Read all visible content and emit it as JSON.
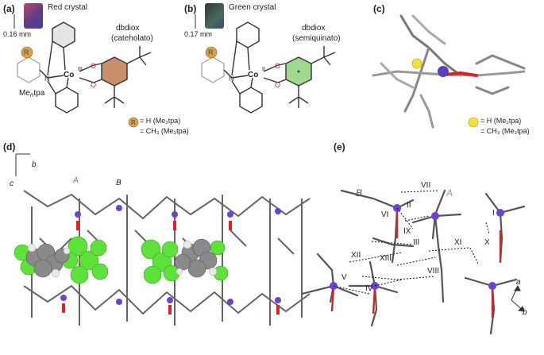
{
  "panel_a": {
    "label": "(a)",
    "crystal_label": "Red crystal",
    "scale": "0.16 mm",
    "ligand": "dbdiox",
    "ligand_state": "(cateholato)",
    "metal": "Co",
    "oxidation": "III",
    "ligand_name_prefix": "Me",
    "ligand_name_sub": "n",
    "ligand_name_suffix": "tpa",
    "r_symbol": "R",
    "legend_r_line1": "= H (Me₂tpa)",
    "legend_r_line2": "= CH₃ (Me₃tpa)",
    "atom_n": "N",
    "atom_o": "O",
    "colors": {
      "catechol_ring": "#c98f6a",
      "r_circle": "#d4a24c",
      "crystal": "#7a4a8a"
    }
  },
  "panel_b": {
    "label": "(b)",
    "crystal_label": "Green crystal",
    "scale": "0.17 mm",
    "ligand": "dbdiox",
    "ligand_state": "(semiquinato)",
    "metal": "Co",
    "oxidation": "II",
    "r_symbol": "R",
    "atom_n": "N",
    "atom_o": "O",
    "colors": {
      "semiquinone_ring": "#9fd88f",
      "r_circle": "#d4a24c",
      "crystal": "#3a5a4a"
    }
  },
  "panel_c": {
    "label": "(c)",
    "legend_line1": "= H (Me₂tpa)",
    "legend_line2": "= CH₃ (Me₃tpa)",
    "colors": {
      "marker": "#f5e03a"
    }
  },
  "panel_d": {
    "label": "(d)",
    "axis_b": "b",
    "axis_c": "c",
    "site_a": "A",
    "site_b": "B"
  },
  "panel_e": {
    "label": "(e)",
    "site_a": "A",
    "site_b": "B",
    "axis_a": "a",
    "axis_b": "b",
    "contacts": [
      "I",
      "II",
      "III",
      "IV",
      "V",
      "VI",
      "VII",
      "VIII",
      "IX",
      "X",
      "XI",
      "XII",
      "XIII"
    ]
  }
}
